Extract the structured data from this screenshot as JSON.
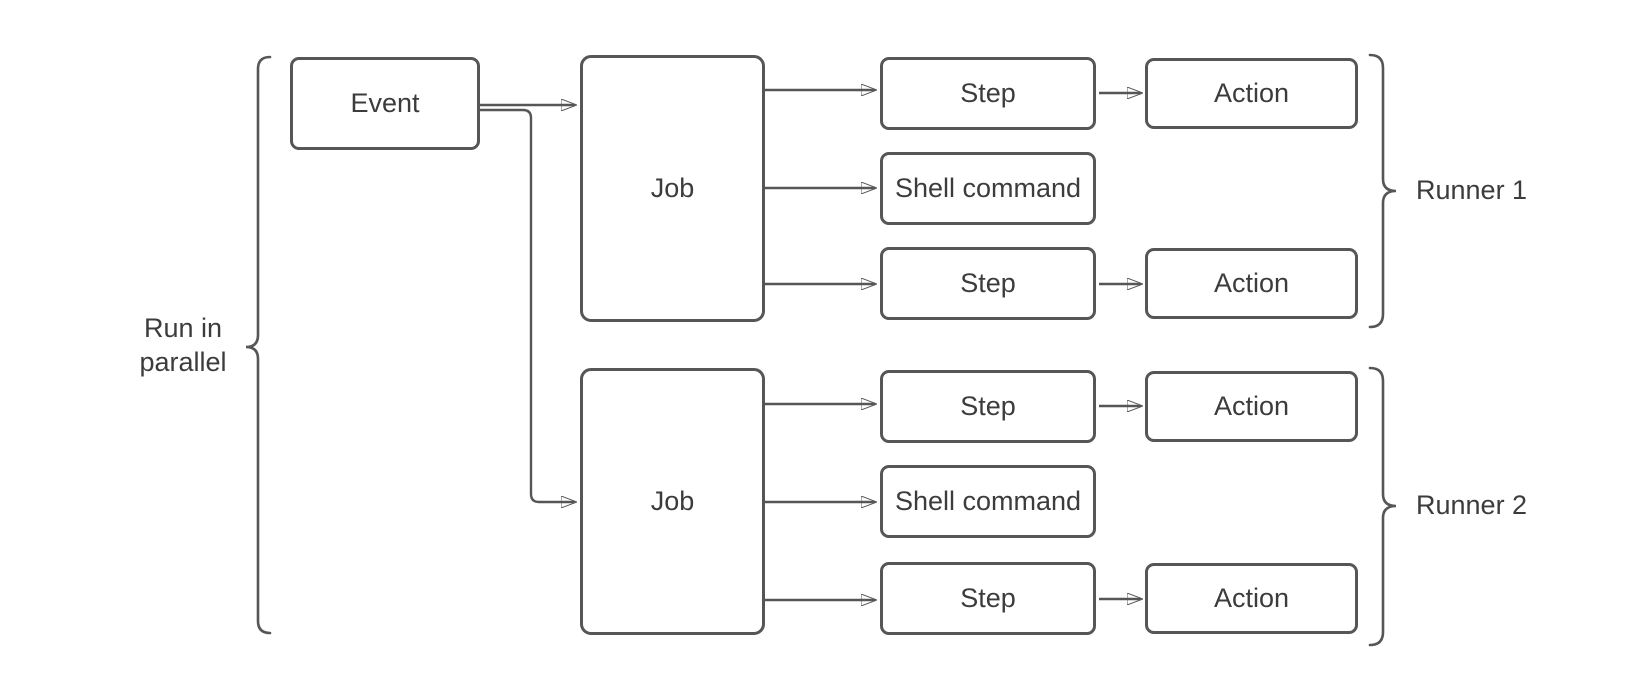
{
  "colors": {
    "stroke": "#565656",
    "text": "#3c3c3c",
    "background": "#ffffff"
  },
  "nodes": {
    "event": "Event",
    "job1": "Job",
    "job2": "Job",
    "step1": "Step",
    "shell1": "Shell command",
    "step2": "Step",
    "step3": "Step",
    "shell2": "Shell command",
    "step4": "Step",
    "action1": "Action",
    "action2": "Action",
    "action3": "Action",
    "action4": "Action"
  },
  "labels": {
    "parallel": "Run in\nparallel",
    "runner1": "Runner 1",
    "runner2": "Runner 2"
  }
}
